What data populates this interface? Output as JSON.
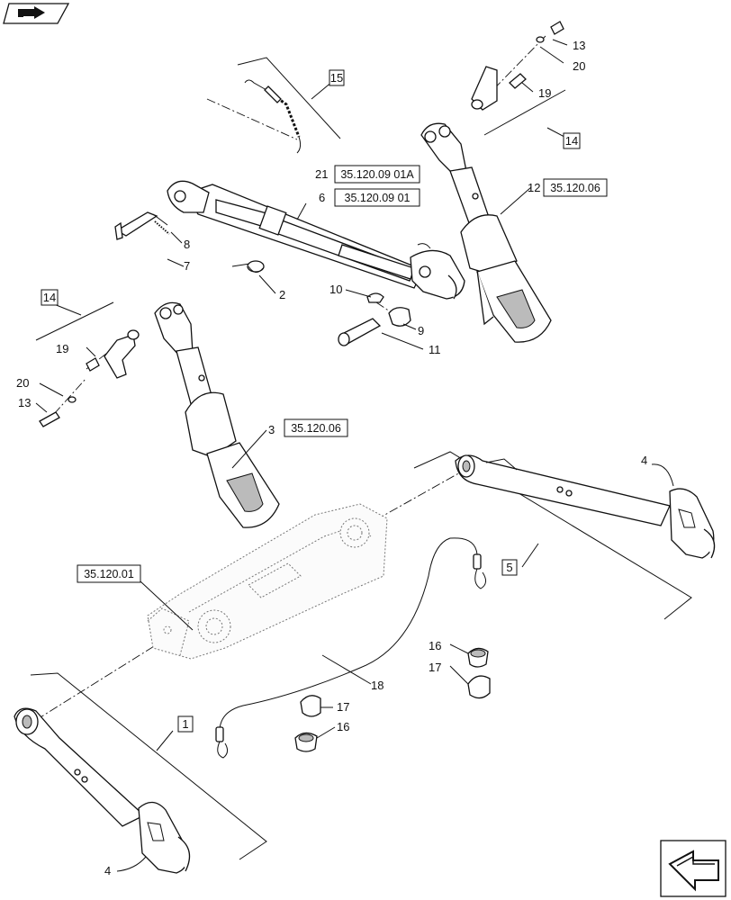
{
  "navigation": {
    "previous_icon": "arrow-left-nav-icon",
    "next_icon": "arrow-right-nav-icon"
  },
  "reference_boxes": [
    {
      "id": "ref-35-120-09-01a",
      "text": "35.120.09 01A"
    },
    {
      "id": "ref-35-120-09-01",
      "text": "35.120.09 01"
    },
    {
      "id": "ref-35-120-06-a",
      "text": "35.120.06"
    },
    {
      "id": "ref-35-120-06-b",
      "text": "35.120.06"
    },
    {
      "id": "ref-35-120-01",
      "text": "35.120.01"
    }
  ],
  "callouts": {
    "c1": "1",
    "c2": "2",
    "c3": "3",
    "c4a": "4",
    "c4b": "4",
    "c5": "5",
    "c6": "6",
    "c7": "7",
    "c8": "8",
    "c9": "9",
    "c10": "10",
    "c11": "11",
    "c12": "12",
    "c13a": "13",
    "c13b": "13",
    "c14a": "14",
    "c14b": "14",
    "c15": "15",
    "c16a": "16",
    "c16b": "16",
    "c17a": "17",
    "c17b": "17",
    "c18": "18",
    "c19a": "19",
    "c19b": "19",
    "c20a": "20",
    "c20b": "20",
    "c21": "21"
  }
}
